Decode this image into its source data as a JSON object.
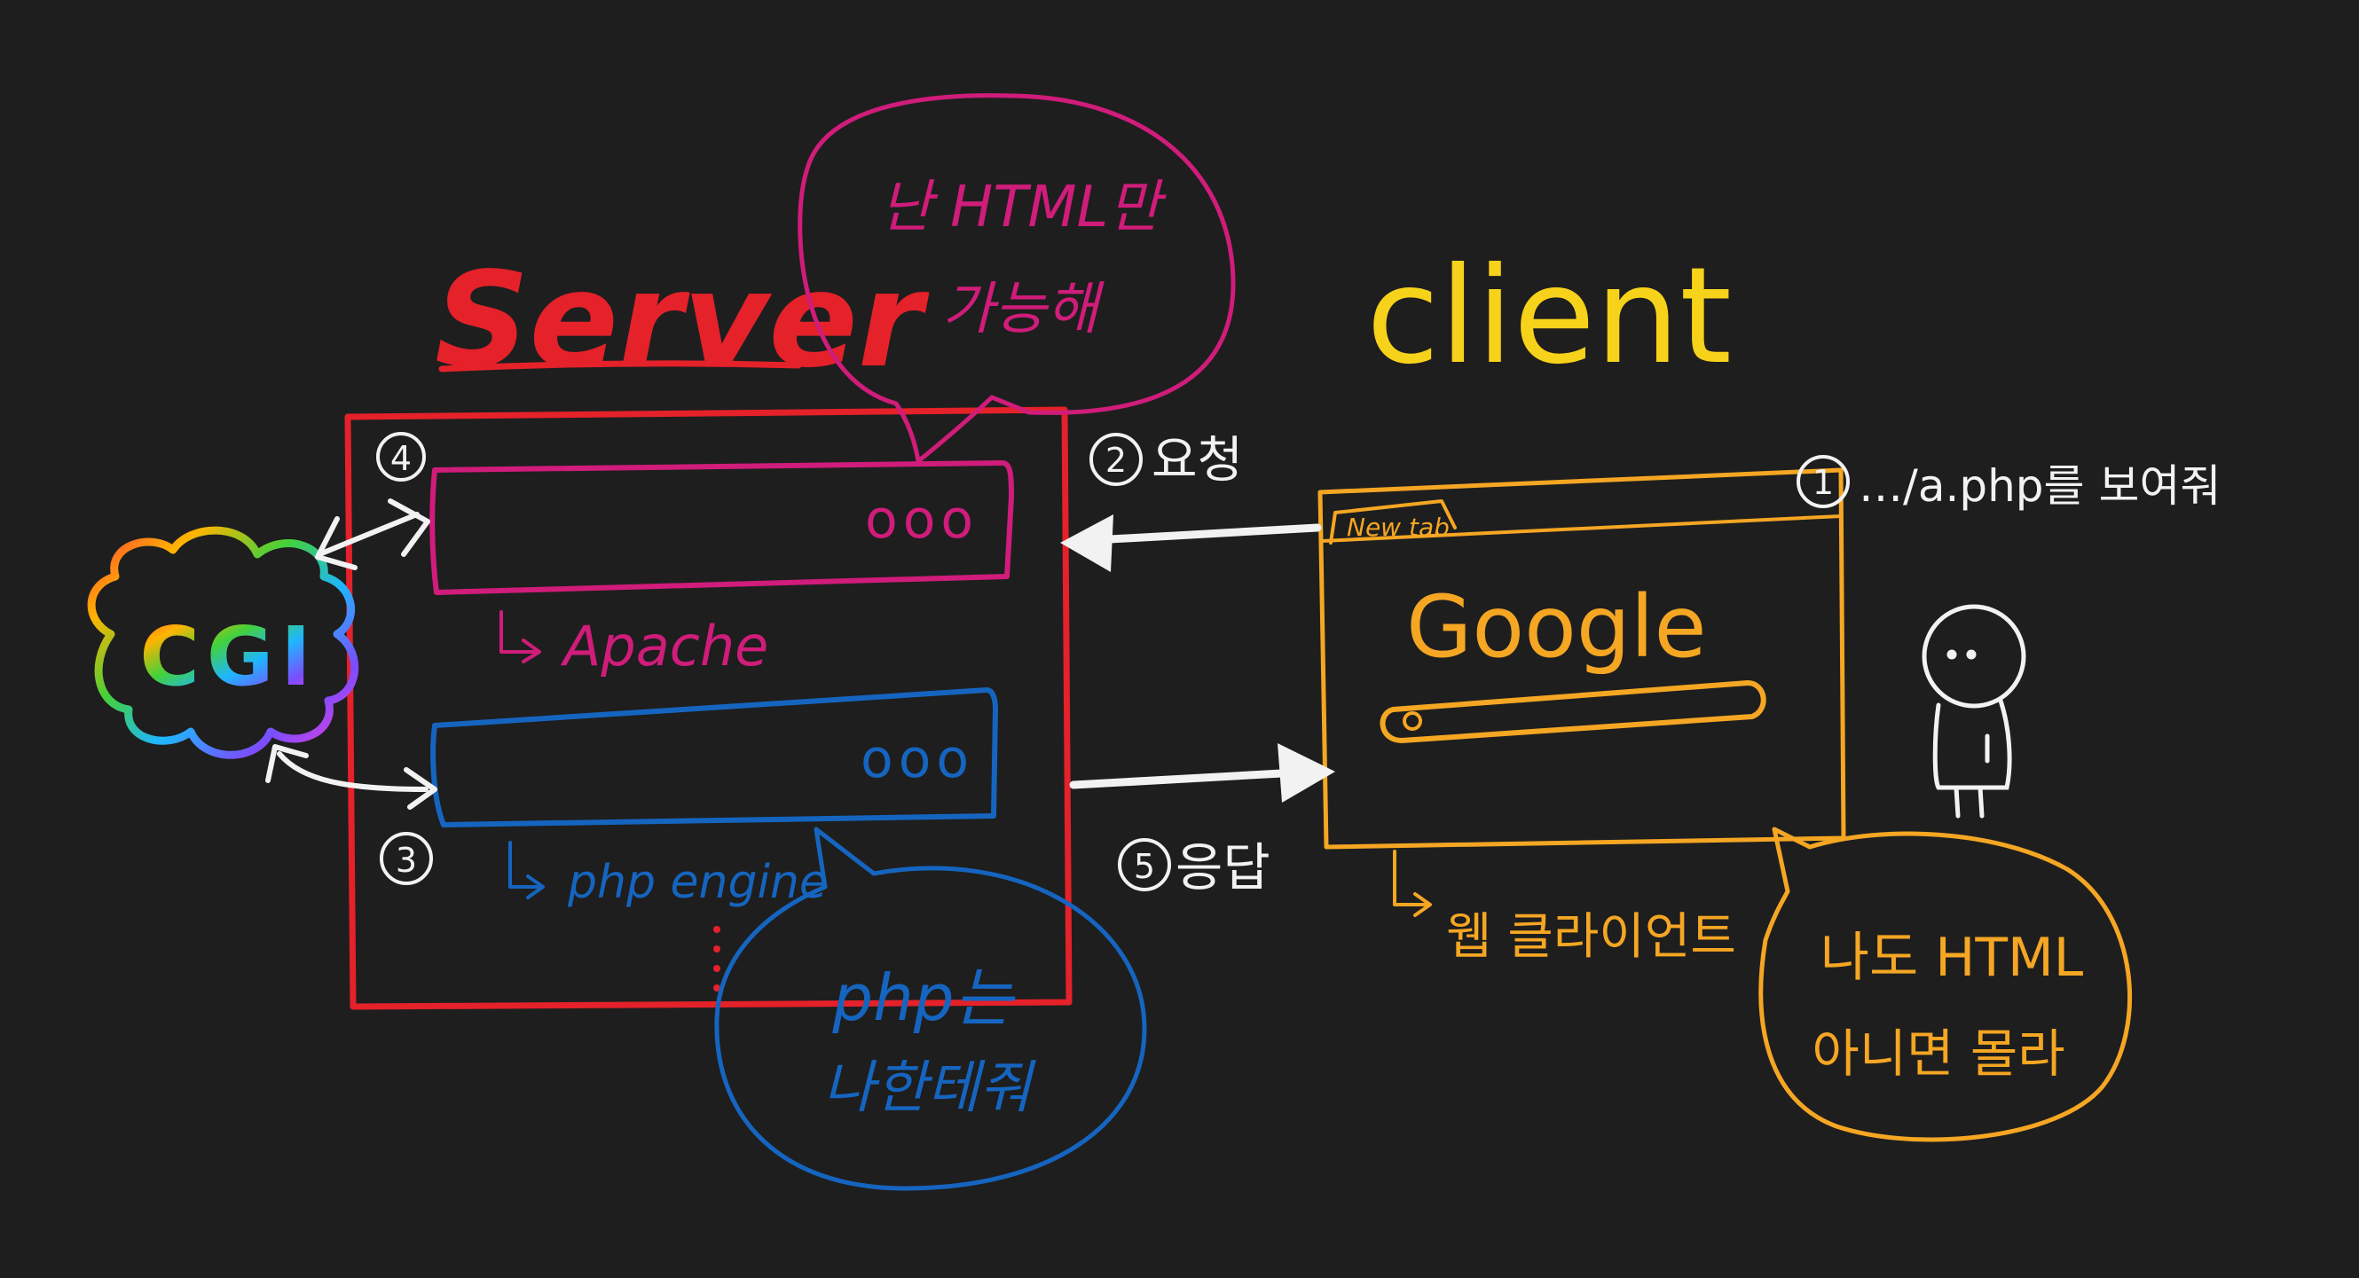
{
  "labels": {
    "server": "Server",
    "client": "client",
    "cgi": "CGI",
    "apache": "Apache",
    "php_engine": "php engine",
    "web_client": "웹 클라이언트",
    "new_tab": "New tab",
    "google": "Google",
    "step1": "1",
    "step2": "2",
    "step3": "3",
    "step4": "4",
    "step5": "5",
    "request": "요청",
    "response": "응답",
    "request_url": "…/a.php를 보여줘",
    "apache_bubble_line1": "난 HTML만",
    "apache_bubble_line2": "가능해",
    "php_bubble_line1": "php는",
    "php_bubble_line2": "나한테줘",
    "client_bubble_line1": "나도 HTML",
    "client_bubble_line2": "아니면 몰라",
    "server_dots": "ooo",
    "php_dots": "ooo"
  },
  "colors": {
    "background": "#1e1e1e",
    "server": "#e5212a",
    "apache": "#d01c7a",
    "php": "#1565c0",
    "client": "#f5a623",
    "client_title": "#f7d21a",
    "arrows": "#f2f2f2"
  }
}
